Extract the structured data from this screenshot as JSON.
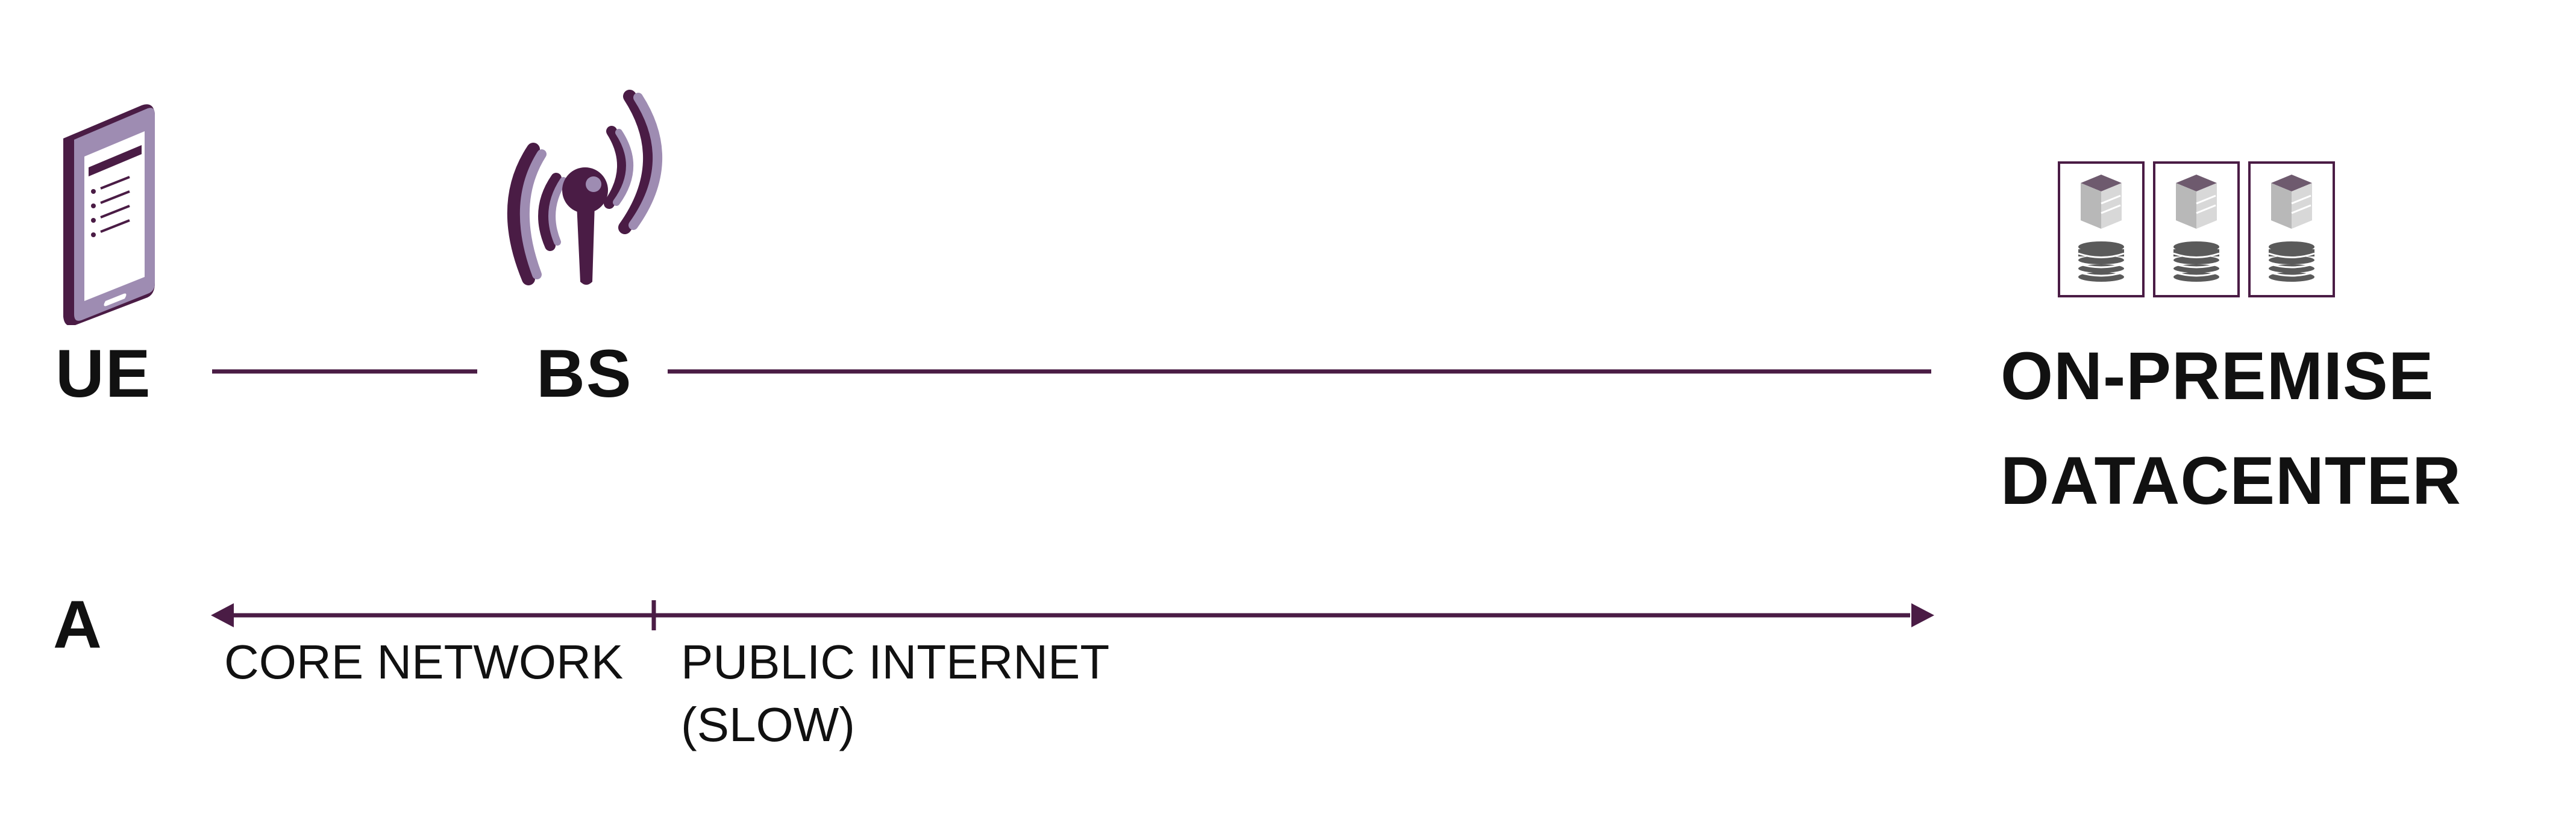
{
  "colors": {
    "primary": "#4a1c45",
    "light": "#9e8cb2",
    "server_top": "#6e5a6e",
    "server_side": "#b8b8b8",
    "disk": "#5a5a5a"
  },
  "nodes": {
    "ue": {
      "label": "UE",
      "icon": "smartphone-icon"
    },
    "bs": {
      "label": "BS",
      "icon": "cell-tower-icon"
    },
    "datacenter": {
      "label_line1": "ON-PREMISE",
      "label_line2": "DATACENTER",
      "icon": "server-rack-icon"
    }
  },
  "row": {
    "label": "A",
    "segments": [
      {
        "label": "CORE NETWORK"
      },
      {
        "label_line1": "PUBLIC INTERNET",
        "label_line2": "(SLOW)"
      }
    ]
  }
}
